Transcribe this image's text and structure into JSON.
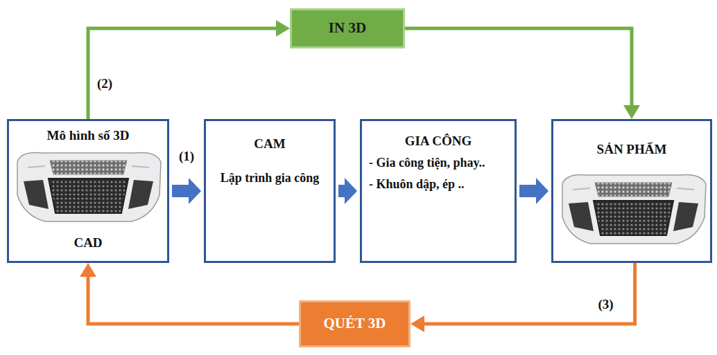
{
  "diagram": {
    "nodes": [
      {
        "text": [
          "Mô hình số 3D",
          "CAD"
        ]
      },
      {
        "text": [
          "CAM",
          "Lập trình gia công"
        ]
      },
      {
        "text": [
          "GIA CÔNG",
          "- Gia công tiện, phay..",
          "- Khuôn dập, ép .."
        ]
      },
      {
        "text": [
          "SẢN PHẨM"
        ]
      },
      {
        "text": [
          "IN 3D"
        ]
      },
      {
        "text": [
          "QUÉT 3D"
        ]
      }
    ],
    "edges": [
      {
        "from": 0,
        "to": 1,
        "label": "(1)",
        "arrow": "to"
      },
      {
        "from": 1,
        "to": 2,
        "arrow": "to"
      },
      {
        "from": 2,
        "to": 3,
        "arrow": "to"
      },
      {
        "from": 0,
        "to": 4,
        "label": "(2)",
        "arrow": "to"
      },
      {
        "from": 4,
        "to": 3,
        "arrow": "to"
      },
      {
        "from": 3,
        "to": 5,
        "label": "(3)",
        "arrow": "to"
      },
      {
        "from": 5,
        "to": 0,
        "arrow": "to"
      }
    ]
  }
}
